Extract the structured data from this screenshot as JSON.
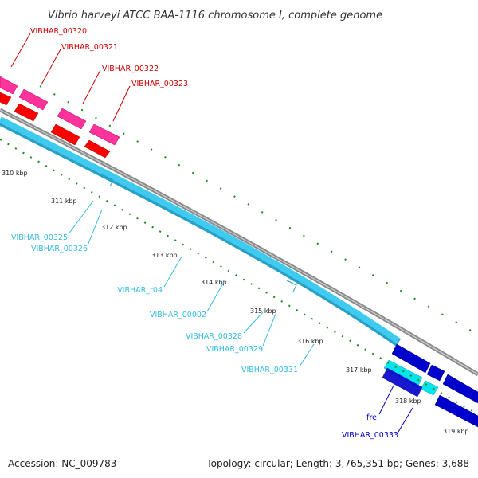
{
  "title": "Vibrio harveyi ATCC BAA-1116 chromosome I, complete genome",
  "footer": {
    "accession": "Accession: NC_009783",
    "topology": "Topology: circular; Length: 3,765,351 bp; Genes: 3,688"
  },
  "colors": {
    "backbone": "#8a8a8a",
    "forward_cds": "#ff3399",
    "forward_alt": "#ff0000",
    "reverse_cds": "#33ccee",
    "reverse_alt": "#0000cc",
    "tick": "#1a8a1a",
    "label_red": "#cc0000",
    "label_cyan": "#33bbdd",
    "label_blue": "#0000bb"
  },
  "ticks": [
    {
      "label": "310 kbp"
    },
    {
      "label": "311 kbp"
    },
    {
      "label": "312 kbp"
    },
    {
      "label": "313 kbp"
    },
    {
      "label": "314 kbp"
    },
    {
      "label": "315 kbp"
    },
    {
      "label": "316 kbp"
    },
    {
      "label": "317 kbp"
    },
    {
      "label": "318 kbp"
    },
    {
      "label": "319 kbp"
    }
  ],
  "genes": [
    {
      "name": "VIBHAR_00320",
      "strand": "forward"
    },
    {
      "name": "VIBHAR_00321",
      "strand": "forward"
    },
    {
      "name": "VIBHAR_00322",
      "strand": "forward"
    },
    {
      "name": "VIBHAR_00323",
      "strand": "forward"
    },
    {
      "name": "VIBHAR_00325",
      "strand": "reverse"
    },
    {
      "name": "VIBHAR_00326",
      "strand": "reverse"
    },
    {
      "name": "VIBHAR_r04",
      "strand": "reverse"
    },
    {
      "name": "VIBHAR_00002",
      "strand": "reverse"
    },
    {
      "name": "VIBHAR_00328",
      "strand": "reverse"
    },
    {
      "name": "VIBHAR_00329",
      "strand": "reverse"
    },
    {
      "name": "VIBHAR_00331",
      "strand": "reverse"
    },
    {
      "name": "fre",
      "strand": "reverse"
    },
    {
      "name": "VIBHAR_00333",
      "strand": "reverse"
    }
  ]
}
